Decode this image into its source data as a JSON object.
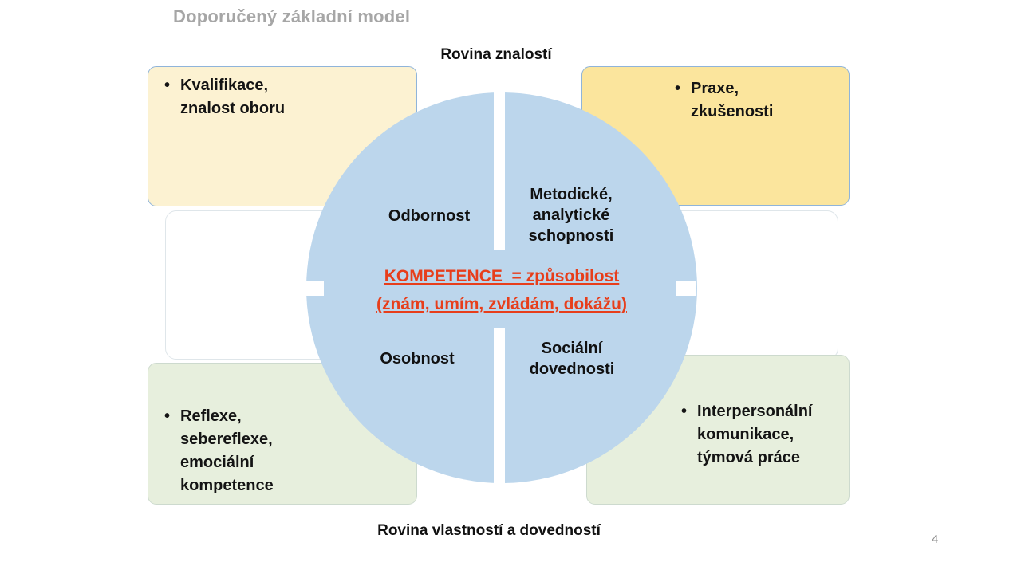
{
  "slide": {
    "title": "Doporučený základní model",
    "page_number": "4"
  },
  "labels": {
    "top_axis": "Rovina znalostí",
    "bottom_axis": "Rovina vlastností a dovedností"
  },
  "boxes": {
    "top_left": {
      "bullet": "•",
      "text": "Kvalifikace,\nznalost oboru"
    },
    "top_right": {
      "bullet": "•",
      "text": "Praxe,\nzkušenosti"
    },
    "bottom_left": {
      "bullet": "•",
      "text": "Reflexe,\nsebereflexe,\nemociální\nkompetence"
    },
    "bottom_right": {
      "bullet": "•",
      "text": "Interpersonální\nkomunikace,\ntýmová práce"
    }
  },
  "circle": {
    "quadrants": {
      "top_left": "Odbornost",
      "top_right": "Metodické,\nanalytické\nschopnosti",
      "bottom_left": "Osobnost",
      "bottom_right": "Sociální\ndovednosti"
    },
    "center": {
      "line1": "KOMPETENCE  = způsobilost",
      "line2": "(znám, umím, zvládám, dokážu)"
    }
  },
  "colors": {
    "title_gray": "#a6a6a6",
    "circle_blue": "#bcd6ec",
    "box_cream": "#fcf2d2",
    "box_gold": "#fbe59d",
    "box_green": "#e7efdd",
    "blue_border": "#8fb4da",
    "green_border": "#cddace",
    "center_red": "#e73e1b",
    "page_number_gray": "#8c8c8c"
  }
}
